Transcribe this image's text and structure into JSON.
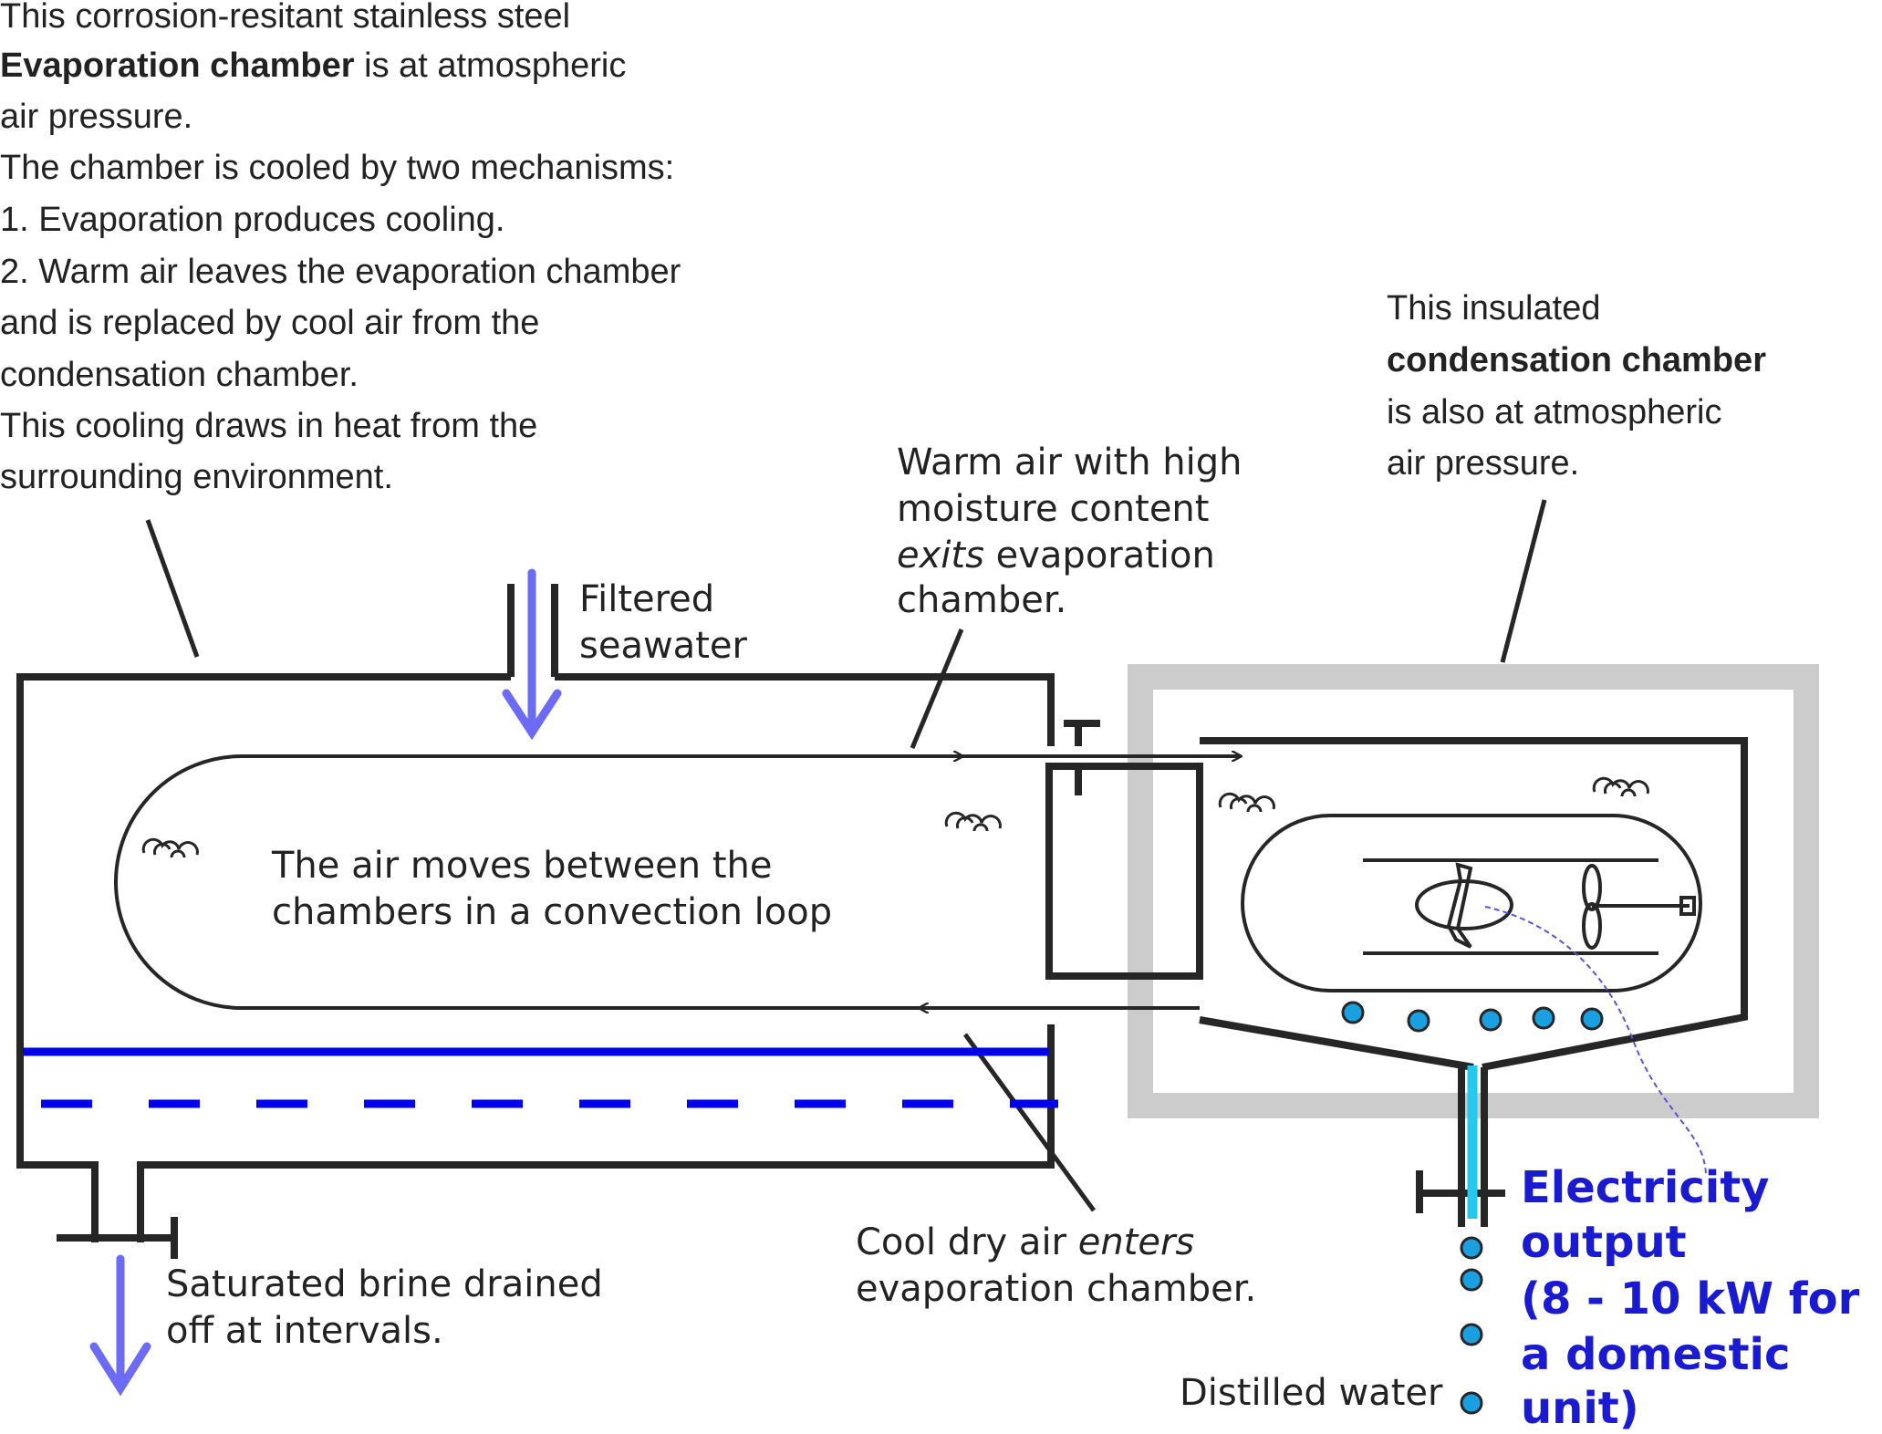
{
  "colors": {
    "line": "#262626",
    "insulation": "#cccccc",
    "water_line": "#0000ee",
    "arrow_blue": "#6b6bf5",
    "drop_fill": "#1a9fe0",
    "pipe_cyan": "#25c8ee",
    "electricity_text": "#1a1ad0"
  },
  "notes": {
    "evaporation": {
      "line1": "This corrosion-resitant stainless steel",
      "line2_bold": "Evaporation chamber",
      "line2_rest": " is at atmospheric",
      "line3": "air pressure.",
      "line4": "The chamber is cooled by two mechanisms:",
      "line5": "1. Evaporation produces cooling.",
      "line6": "2. Warm air leaves the evaporation chamber",
      "line7": "and is replaced by cool air from the",
      "line8": "condensation chamber.",
      "line9": "This cooling draws in heat from the",
      "line10": "surrounding environment."
    },
    "condensation": {
      "line1": "This insulated",
      "line2_bold": "condensation chamber",
      "line3": "is also at atmospheric",
      "line4": "air pressure."
    },
    "warm_air": {
      "line1": "Warm air with high",
      "line2": "moisture content",
      "line3_italic": "exits",
      "line3_rest": " evaporation",
      "line4": "chamber."
    },
    "seawater": {
      "line1": "Filtered",
      "line2": "seawater"
    },
    "loop": {
      "line1": "The air moves between the",
      "line2": "chambers in a convection loop"
    },
    "cool_air": {
      "line1_a": "Cool dry air ",
      "line1_italic": "enters",
      "line2": "evaporation chamber."
    },
    "brine": {
      "line1": "Saturated brine drained",
      "line2": "off at intervals."
    },
    "distilled": "Distilled water",
    "electricity": {
      "line1": "Electricity",
      "line2": "output",
      "line3": "(8 - 10 kW for",
      "line4": "a domestic",
      "line5": "unit)"
    }
  }
}
